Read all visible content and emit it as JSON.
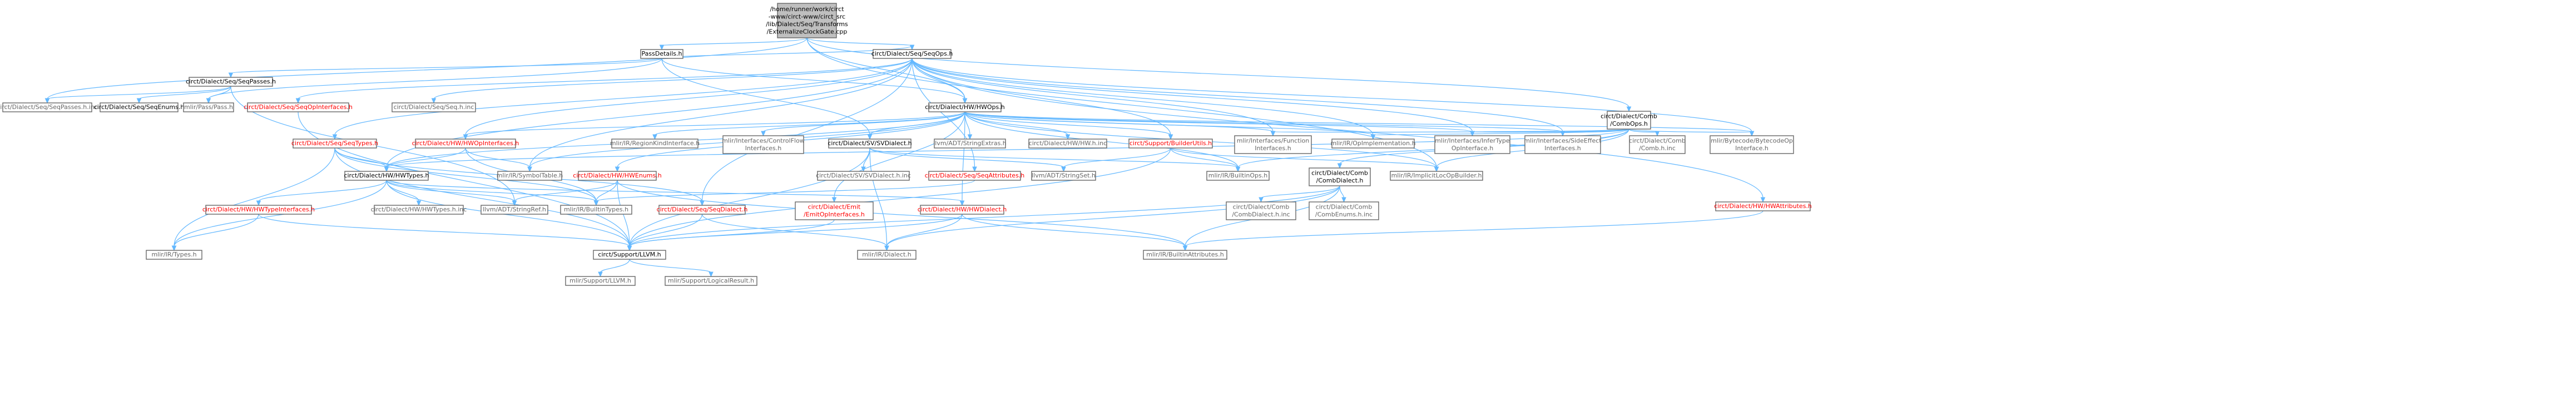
{
  "colors": {
    "edge": "#63b8ff",
    "node_border": "#666666",
    "node_fill": "#ffffff",
    "root_fill": "#bfbfbf",
    "doc_text": "#000000",
    "red_text": "#ff0000",
    "gray_text": "#666666"
  },
  "nodes": [
    {
      "id": "root",
      "kind": "root",
      "lines": [
        "/home/runner/work/circt",
        "-www/circt-www/circt_src",
        "/lib/Dialect/Seq/Transforms",
        "/ExternalizeClockGate.cpp"
      ]
    },
    {
      "id": "passdetails",
      "kind": "doc",
      "lines": [
        "PassDetails.h"
      ]
    },
    {
      "id": "seqops",
      "kind": "doc",
      "lines": [
        "circt/Dialect/Seq/SeqOps.h"
      ]
    },
    {
      "id": "combops",
      "kind": "doc",
      "lines": [
        "circt/Dialect/Comb",
        "/CombOps.h"
      ]
    },
    {
      "id": "seqpasses",
      "kind": "doc",
      "lines": [
        "circt/Dialect/Seq/SeqPasses.h"
      ]
    },
    {
      "id": "seqpassesinc",
      "kind": "gray",
      "lines": [
        "circt/Dialect/Seq/SeqPasses.h.inc"
      ]
    },
    {
      "id": "seqenums",
      "kind": "doc",
      "lines": [
        "circt/Dialect/Seq/SeqEnums.h"
      ]
    },
    {
      "id": "mlirpass",
      "kind": "gray",
      "lines": [
        "mlir/Pass/Pass.h"
      ]
    },
    {
      "id": "seqopinterfaces",
      "kind": "red",
      "lines": [
        "circt/Dialect/Seq/SeqOpInterfaces.h"
      ]
    },
    {
      "id": "seqhinc",
      "kind": "gray",
      "lines": [
        "circt/Dialect/Seq/Seq.h.inc"
      ]
    },
    {
      "id": "hwops",
      "kind": "doc",
      "lines": [
        "circt/Dialect/HW/HWOps.h"
      ]
    },
    {
      "id": "seqtypes",
      "kind": "red",
      "lines": [
        "circt/Dialect/Seq/SeqTypes.h"
      ]
    },
    {
      "id": "hwopinterfaces",
      "kind": "red",
      "lines": [
        "circt/Dialect/HW/HWOpInterfaces.h"
      ]
    },
    {
      "id": "regioniface",
      "kind": "gray",
      "lines": [
        "mlir/IR/RegionKindInterface.h"
      ]
    },
    {
      "id": "controlflow",
      "kind": "gray",
      "lines": [
        "mlir/Interfaces/ControlFlow",
        "Interfaces.h"
      ]
    },
    {
      "id": "svdialect",
      "kind": "doc",
      "lines": [
        "circt/Dialect/SV/SVDialect.h"
      ]
    },
    {
      "id": "stringextras",
      "kind": "gray",
      "lines": [
        "llvm/ADT/StringExtras.h"
      ]
    },
    {
      "id": "hwhinc",
      "kind": "gray",
      "lines": [
        "circt/Dialect/HW/HW.h.inc"
      ]
    },
    {
      "id": "builderutils",
      "kind": "red",
      "lines": [
        "circt/Support/BuilderUtils.h"
      ]
    },
    {
      "id": "funciface",
      "kind": "gray",
      "lines": [
        "mlir/Interfaces/Function",
        "Interfaces.h"
      ]
    },
    {
      "id": "opimpl",
      "kind": "gray",
      "lines": [
        "mlir/IR/OpImplementation.h"
      ]
    },
    {
      "id": "infertype",
      "kind": "gray",
      "lines": [
        "mlir/Interfaces/InferType",
        "OpInterface.h"
      ]
    },
    {
      "id": "sideeffect",
      "kind": "gray",
      "lines": [
        "mlir/Interfaces/SideEffect",
        "Interfaces.h"
      ]
    },
    {
      "id": "combhinc",
      "kind": "gray",
      "lines": [
        "circt/Dialect/Comb",
        "/Comb.h.inc"
      ]
    },
    {
      "id": "bytecode",
      "kind": "gray",
      "lines": [
        "mlir/Bytecode/BytecodeOp",
        "Interface.h"
      ]
    },
    {
      "id": "hwtypes",
      "kind": "doc",
      "lines": [
        "circt/Dialect/HW/HWTypes.h"
      ]
    },
    {
      "id": "symboltable",
      "kind": "gray",
      "lines": [
        "mlir/IR/SymbolTable.h"
      ]
    },
    {
      "id": "hwenums",
      "kind": "red",
      "lines": [
        "circt/Dialect/HW/HWEnums.h"
      ]
    },
    {
      "id": "svdialecthinc",
      "kind": "gray",
      "lines": [
        "circt/Dialect/SV/SVDialect.h.inc"
      ]
    },
    {
      "id": "seqattributes",
      "kind": "red",
      "lines": [
        "circt/Dialect/Seq/SeqAttributes.h"
      ]
    },
    {
      "id": "stringset",
      "kind": "gray",
      "lines": [
        "llvm/ADT/StringSet.h"
      ]
    },
    {
      "id": "builtinops",
      "kind": "gray",
      "lines": [
        "mlir/IR/BuiltinOps.h"
      ]
    },
    {
      "id": "combdialect",
      "kind": "doc",
      "lines": [
        "circt/Dialect/Comb",
        "/CombDialect.h"
      ]
    },
    {
      "id": "implicitloc",
      "kind": "gray",
      "lines": [
        "mlir/IR/ImplicitLocOpBuilder.h"
      ]
    },
    {
      "id": "hwtypeinterfaces",
      "kind": "red",
      "lines": [
        "circt/Dialect/HW/HWTypeInterfaces.h"
      ]
    },
    {
      "id": "hwtypeshinc",
      "kind": "gray",
      "lines": [
        "circt/Dialect/HW/HWTypes.h.inc"
      ]
    },
    {
      "id": "stringref",
      "kind": "gray",
      "lines": [
        "llvm/ADT/StringRef.h"
      ]
    },
    {
      "id": "builtintypes",
      "kind": "gray",
      "lines": [
        "mlir/IR/BuiltinTypes.h"
      ]
    },
    {
      "id": "seqdialect",
      "kind": "red",
      "lines": [
        "circt/Dialect/Seq/SeqDialect.h"
      ]
    },
    {
      "id": "emitopiface",
      "kind": "red",
      "lines": [
        "circt/Dialect/Emit",
        "/EmitOpInterfaces.h"
      ]
    },
    {
      "id": "hwdialect",
      "kind": "red",
      "lines": [
        "circt/Dialect/HW/HWDialect.h"
      ]
    },
    {
      "id": "combdialecthinc",
      "kind": "gray",
      "lines": [
        "circt/Dialect/Comb",
        "/CombDialect.h.inc"
      ]
    },
    {
      "id": "combenumshinc",
      "kind": "gray",
      "lines": [
        "circt/Dialect/Comb",
        "/CombEnums.h.inc"
      ]
    },
    {
      "id": "hwattributes",
      "kind": "red",
      "lines": [
        "circt/Dialect/HW/HWAttributes.h"
      ]
    },
    {
      "id": "mlirtypes",
      "kind": "gray",
      "lines": [
        "mlir/IR/Types.h"
      ]
    },
    {
      "id": "llvmh",
      "kind": "doc",
      "lines": [
        "circt/Support/LLVM.h"
      ]
    },
    {
      "id": "mlirdialect",
      "kind": "gray",
      "lines": [
        "mlir/IR/Dialect.h"
      ]
    },
    {
      "id": "builtinattrs",
      "kind": "gray",
      "lines": [
        "mlir/IR/BuiltinAttributes.h"
      ]
    },
    {
      "id": "supportllvm",
      "kind": "gray",
      "lines": [
        "mlir/Support/LLVM.h"
      ]
    },
    {
      "id": "logicalresult",
      "kind": "gray",
      "lines": [
        "mlir/Support/LogicalResult.h"
      ]
    }
  ],
  "edges": [
    [
      "root",
      "passdetails"
    ],
    [
      "root",
      "seqops"
    ],
    [
      "root",
      "combops"
    ],
    [
      "root",
      "hwops"
    ],
    [
      "root",
      "seqpassesinc"
    ],
    [
      "root",
      "implicitloc"
    ],
    [
      "passdetails",
      "seqpasses"
    ],
    [
      "passdetails",
      "seqops"
    ],
    [
      "passdetails",
      "hwops"
    ],
    [
      "passdetails",
      "mlirpass"
    ],
    [
      "passdetails",
      "svdialect"
    ],
    [
      "seqpasses",
      "seqpassesinc"
    ],
    [
      "seqpasses",
      "seqenums"
    ],
    [
      "seqpasses",
      "mlirpass"
    ],
    [
      "seqpasses",
      "stringref"
    ],
    [
      "seqops",
      "seqopinterfaces"
    ],
    [
      "seqops",
      "seqhinc"
    ],
    [
      "seqops",
      "hwops"
    ],
    [
      "seqops",
      "seqtypes"
    ],
    [
      "seqops",
      "hwopinterfaces"
    ],
    [
      "seqops",
      "seqattributes"
    ],
    [
      "seqops",
      "seqdialect"
    ],
    [
      "seqops",
      "symboltable"
    ],
    [
      "seqops",
      "opimpl"
    ],
    [
      "seqops",
      "infertype"
    ],
    [
      "seqops",
      "sideeffect"
    ],
    [
      "seqops",
      "bytecode"
    ],
    [
      "seqops",
      "builderutils"
    ],
    [
      "seqops",
      "hwattributes"
    ],
    [
      "seqops",
      "hwtypes"
    ],
    [
      "seqops",
      "funciface"
    ],
    [
      "seqopinterfaces",
      "llvmh"
    ],
    [
      "hwops",
      "hwopinterfaces"
    ],
    [
      "hwops",
      "regioniface"
    ],
    [
      "hwops",
      "controlflow"
    ],
    [
      "hwops",
      "svdialect"
    ],
    [
      "hwops",
      "stringextras"
    ],
    [
      "hwops",
      "hwhinc"
    ],
    [
      "hwops",
      "builderutils"
    ],
    [
      "hwops",
      "funciface"
    ],
    [
      "hwops",
      "opimpl"
    ],
    [
      "hwops",
      "infertype"
    ],
    [
      "hwops",
      "sideeffect"
    ],
    [
      "hwops",
      "bytecode"
    ],
    [
      "hwops",
      "hwtypes"
    ],
    [
      "hwops",
      "symboltable"
    ],
    [
      "hwops",
      "hwenums"
    ],
    [
      "hwops",
      "emitopiface"
    ],
    [
      "hwops",
      "builtinops"
    ],
    [
      "hwops",
      "hwdialect"
    ],
    [
      "hwops",
      "implicitloc"
    ],
    [
      "seqtypes",
      "hwtypes"
    ],
    [
      "seqtypes",
      "llvmh"
    ],
    [
      "seqtypes",
      "builtintypes"
    ],
    [
      "seqtypes",
      "mlirtypes"
    ],
    [
      "seqtypes",
      "seqdialect"
    ],
    [
      "hwopinterfaces",
      "hwtypes"
    ],
    [
      "hwopinterfaces",
      "symboltable"
    ],
    [
      "hwopinterfaces",
      "builtintypes"
    ],
    [
      "svdialect",
      "svdialecthinc"
    ],
    [
      "svdialect",
      "llvmh"
    ],
    [
      "svdialect",
      "mlirdialect"
    ],
    [
      "svdialect",
      "builtinops"
    ],
    [
      "svdialect",
      "stringset"
    ],
    [
      "builderutils",
      "stringset"
    ],
    [
      "builderutils",
      "builtinops"
    ],
    [
      "builderutils",
      "llvmh"
    ],
    [
      "builderutils",
      "implicitloc"
    ],
    [
      "combops",
      "combdialect"
    ],
    [
      "combops",
      "combhinc"
    ],
    [
      "combops",
      "opimpl"
    ],
    [
      "combops",
      "infertype"
    ],
    [
      "combops",
      "sideeffect"
    ],
    [
      "combops",
      "bytecode"
    ],
    [
      "combops",
      "builtinops"
    ],
    [
      "combops",
      "funciface"
    ],
    [
      "combops",
      "implicitloc"
    ],
    [
      "combops",
      "hwtypes"
    ],
    [
      "hwtypes",
      "hwtypeinterfaces"
    ],
    [
      "hwtypes",
      "hwtypeshinc"
    ],
    [
      "hwtypes",
      "stringref"
    ],
    [
      "hwtypes",
      "builtintypes"
    ],
    [
      "hwtypes",
      "llvmh"
    ],
    [
      "hwtypes",
      "mlirtypes"
    ],
    [
      "hwtypes",
      "hwdialect"
    ],
    [
      "hwenums",
      "llvmh"
    ],
    [
      "hwenums",
      "builtintypes"
    ],
    [
      "hwenums",
      "builtinattrs"
    ],
    [
      "hwenums",
      "stringref"
    ],
    [
      "seqattributes",
      "builtintypes"
    ],
    [
      "combdialect",
      "combdialecthinc"
    ],
    [
      "combdialect",
      "combenumshinc"
    ],
    [
      "combdialect",
      "mlirdialect"
    ],
    [
      "combdialect",
      "builtinattrs"
    ],
    [
      "combdialect",
      "llvmh"
    ],
    [
      "hwtypeinterfaces",
      "mlirtypes"
    ],
    [
      "hwtypeinterfaces",
      "llvmh"
    ],
    [
      "seqdialect",
      "llvmh"
    ],
    [
      "seqdialect",
      "mlirdialect"
    ],
    [
      "emitopiface",
      "llvmh"
    ],
    [
      "hwdialect",
      "llvmh"
    ],
    [
      "hwdialect",
      "mlirdialect"
    ],
    [
      "hwdialect",
      "builtinattrs"
    ],
    [
      "hwattributes",
      "builtinattrs"
    ],
    [
      "llvmh",
      "supportllvm"
    ],
    [
      "llvmh",
      "logicalresult"
    ]
  ]
}
